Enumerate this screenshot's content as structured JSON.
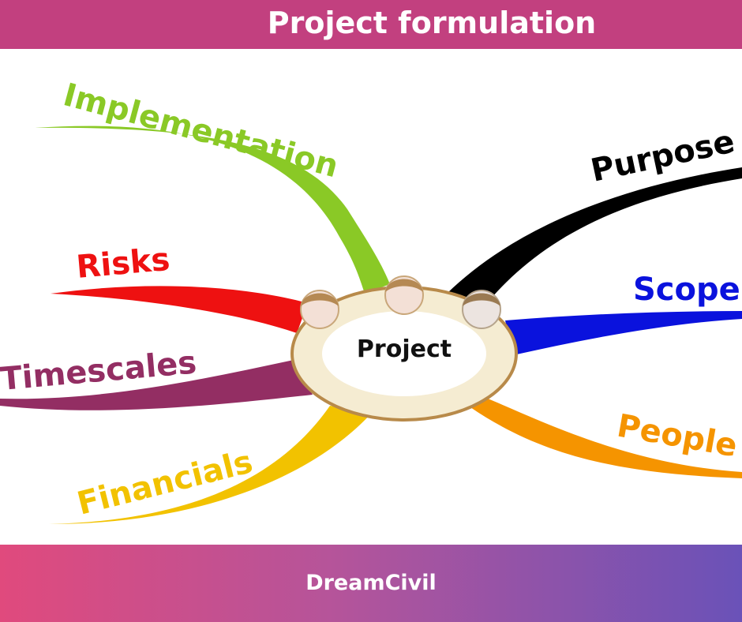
{
  "header": {
    "title": "Project formulation",
    "background": "#c2407f"
  },
  "diagram": {
    "center": {
      "label": "Project",
      "fill": "#f5ecd2",
      "stroke": "#b88a4a"
    },
    "branches": [
      {
        "label": "Implementation",
        "color": "#8ac926"
      },
      {
        "label": "Risks",
        "color": "#ee1111"
      },
      {
        "label": "Timescales",
        "color": "#932e63"
      },
      {
        "label": "Financials",
        "color": "#f2c200"
      },
      {
        "label": "Purpose",
        "color": "#000000"
      },
      {
        "label": "Scope",
        "color": "#0a12dd"
      },
      {
        "label": "People",
        "color": "#f59400"
      }
    ]
  },
  "footer": {
    "brand": "DreamCivil"
  }
}
